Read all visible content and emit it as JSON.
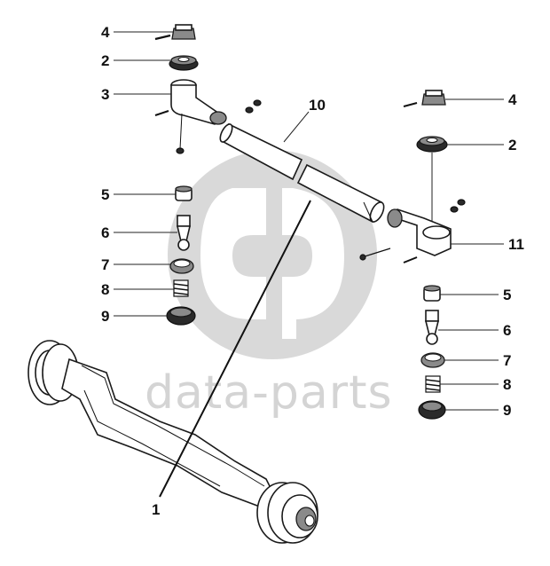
{
  "watermark": {
    "text": "data-parts",
    "color": "#d0d0d0"
  },
  "callouts": {
    "left_4": "4",
    "left_2": "2",
    "left_3": "3",
    "rod_10": "10",
    "left_5": "5",
    "left_6": "6",
    "left_7": "7",
    "left_8": "8",
    "left_9": "9",
    "right_4": "4",
    "right_2": "2",
    "right_11": "11",
    "right_5": "5",
    "right_6": "6",
    "right_7": "7",
    "right_8": "8",
    "right_9": "9",
    "axle_1": "1"
  },
  "colors": {
    "ink": "#1a1a1a",
    "part_dark": "#2a2a2a",
    "part_grey": "#8a8a8a",
    "background": "#ffffff"
  }
}
